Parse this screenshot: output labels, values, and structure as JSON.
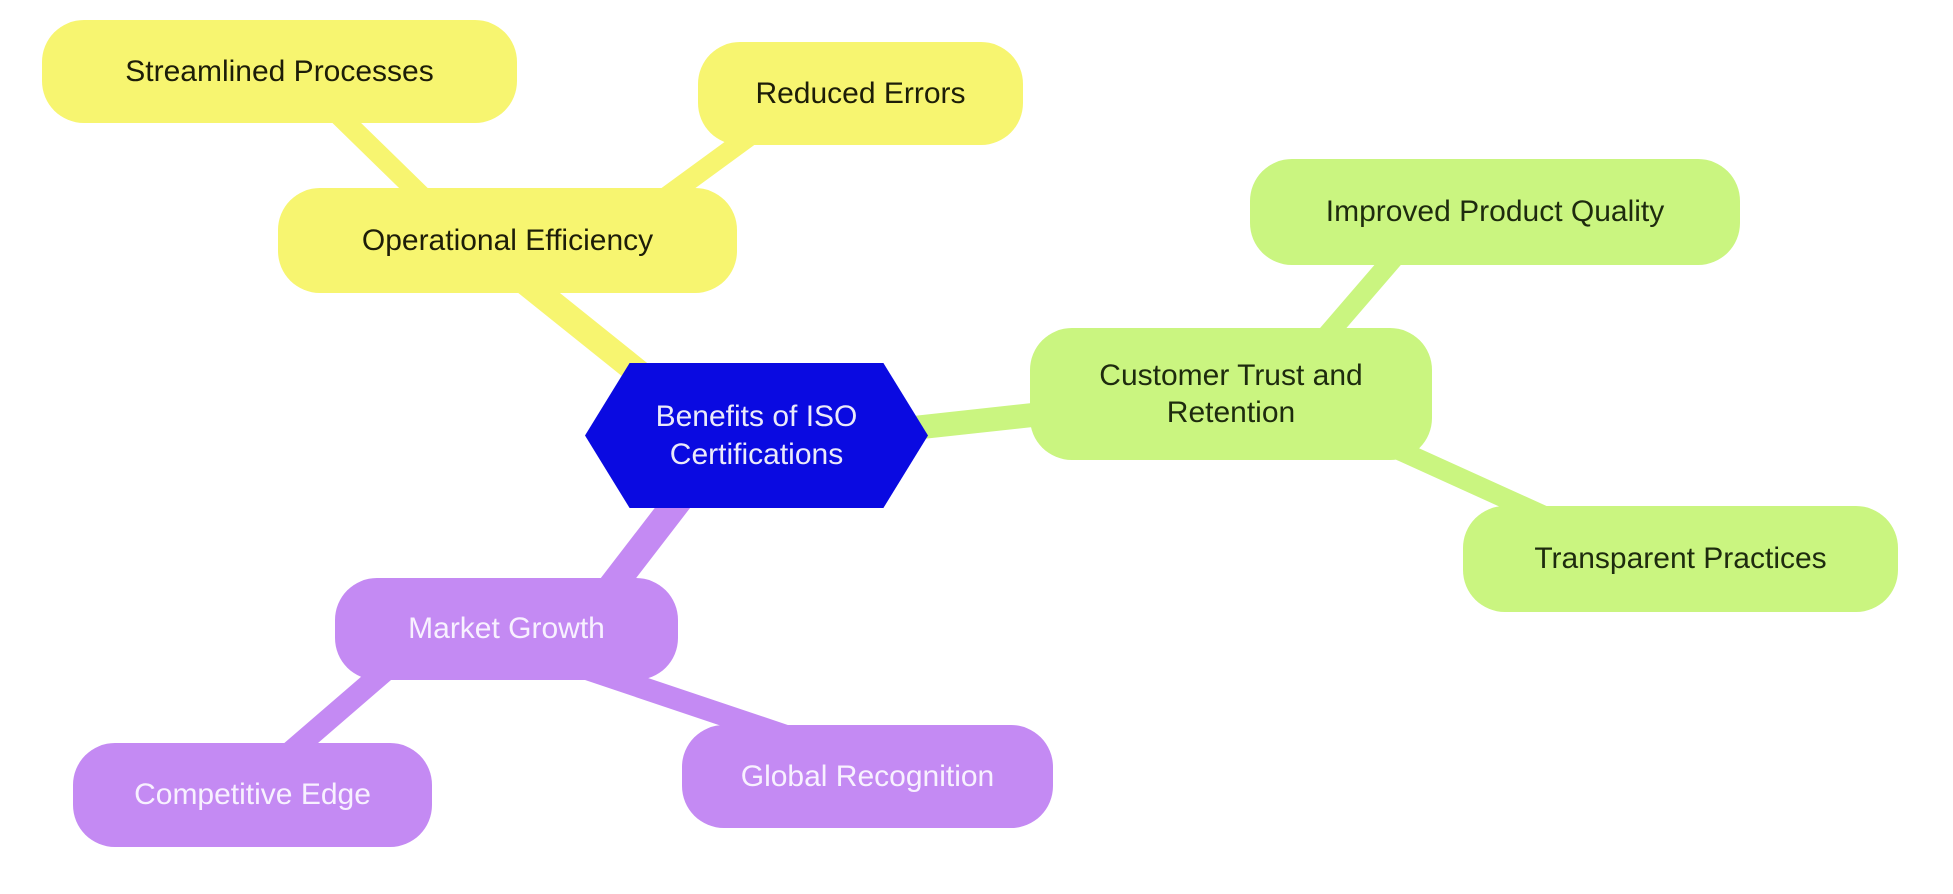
{
  "diagram": {
    "type": "mindmap",
    "background": "#ffffff",
    "root": {
      "label": "Benefits of ISO Certifications",
      "shape": "hexagon",
      "fill": "#0a0ae1",
      "text_color": "#ebeafa"
    },
    "branches": [
      {
        "id": "operational-efficiency",
        "label": "Operational Efficiency",
        "fill": "#f7f570",
        "text_color": "#1d1d08",
        "children": [
          {
            "id": "streamlined-processes",
            "label": "Streamlined Processes"
          },
          {
            "id": "reduced-errors",
            "label": "Reduced Errors"
          }
        ]
      },
      {
        "id": "customer-trust-and-retention",
        "label": "Customer Trust and Retention",
        "fill": "#caf580",
        "text_color": "#1e2b0e",
        "children": [
          {
            "id": "improved-product-quality",
            "label": "Improved Product Quality"
          },
          {
            "id": "transparent-practices",
            "label": "Transparent Practices"
          }
        ]
      },
      {
        "id": "market-growth",
        "label": "Market Growth",
        "fill": "#c48af3",
        "text_color": "#f8f1ff",
        "children": [
          {
            "id": "competitive-edge",
            "label": "Competitive Edge"
          },
          {
            "id": "global-recognition",
            "label": "Global Recognition"
          }
        ]
      }
    ]
  }
}
